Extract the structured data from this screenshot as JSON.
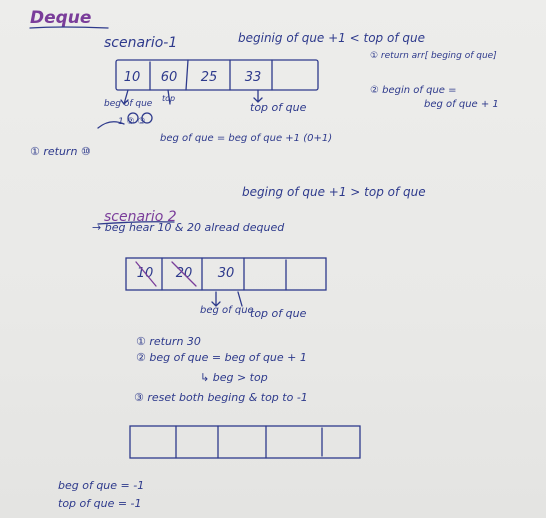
{
  "title": "Deque",
  "scenario1": {
    "heading": "scenario-1",
    "condition": "beginig of que +1 < top of que",
    "array": [
      "10",
      "60",
      "25",
      "33",
      ""
    ],
    "note1": "① return arr[ beging of que]",
    "note2_line1": "② begin of que =",
    "note2_line2": "beg of que + 1",
    "label_begof": "beg of que",
    "label_top": "top",
    "label_topofque": "top of que",
    "step_small": "1 ② ③",
    "return_10": "① return ⑩",
    "formula": "beg of que = beg of que +1 (0+1)"
  },
  "scenario2": {
    "heading": "scenario 2",
    "condition": "beging of que +1 > top of que",
    "note": "→ beg hear 10 & 20 alread dequed",
    "array": [
      "10",
      "20",
      "30",
      "",
      ""
    ],
    "label_beg": "beg of que",
    "label_top": "top of que",
    "step1": "① return 30",
    "step2": "② beg of que = beg of que + 1",
    "step2b": "↳ beg > top",
    "step3": "③ reset both beging & top to -1"
  },
  "scenario3": {
    "array": [
      "",
      "",
      "",
      "",
      ""
    ],
    "beg": "beg of que = -1",
    "top": "top of que = -1"
  }
}
